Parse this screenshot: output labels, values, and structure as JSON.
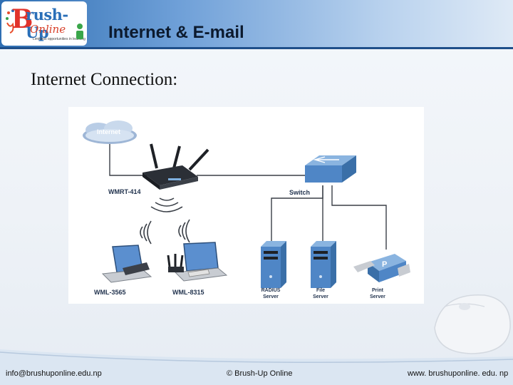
{
  "header": {
    "logo_main": "rush-Up",
    "logo_initial": "B",
    "logo_sub": "Online",
    "logo_tagline": "Limitless opportunities in learning",
    "title": "Internet & E-mail"
  },
  "subtitle": "Internet Connection:",
  "diagram": {
    "cloud_label": "Internet",
    "router_label": "WMRT-414",
    "switch_label": "Switch",
    "laptop1_label": "WML-3565",
    "laptop2_label": "WML-8315",
    "radius_label": "RADIUS\nServer",
    "file_label": "File\nServer",
    "print_label": "Print\nServer",
    "colors": {
      "device_blue": "#4f86c6",
      "device_dark": "#2b2f36",
      "wire": "#3a3f47"
    }
  },
  "footer": {
    "email": "info@brushuponline.edu.np",
    "copyright": "© Brush-Up Online",
    "website": "www. brushuponline. edu. np"
  }
}
